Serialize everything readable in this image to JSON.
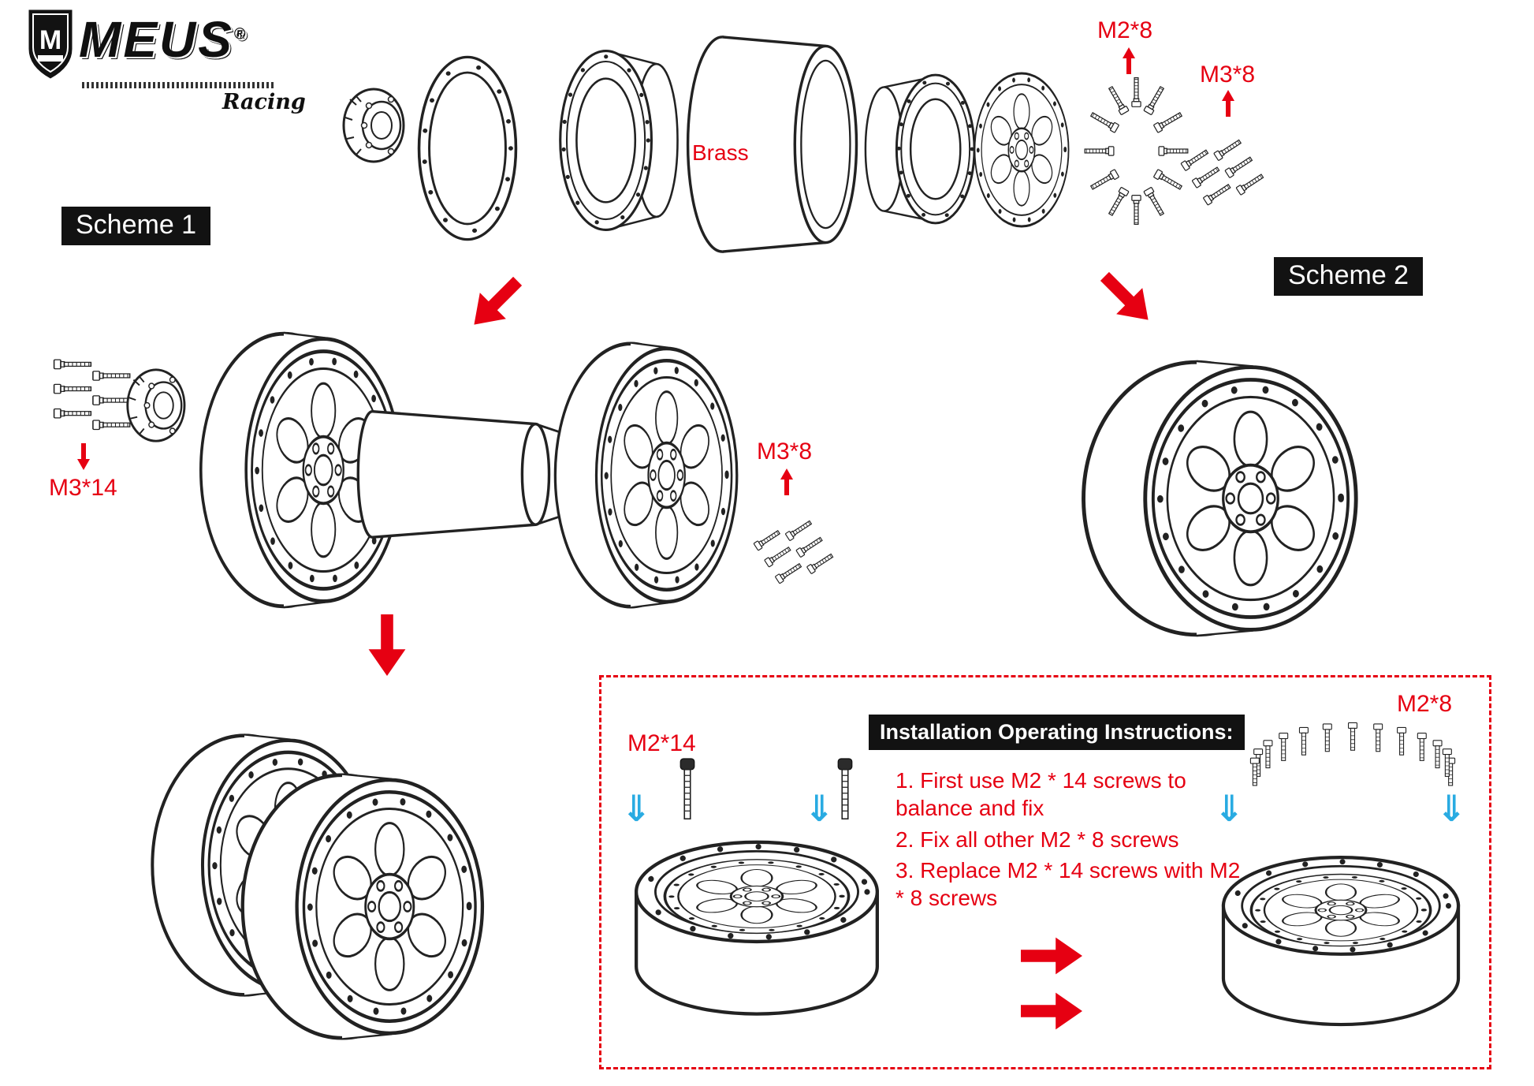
{
  "brand": {
    "shield_letter": "M",
    "name": "MEUS",
    "reg": "®",
    "sub": "Racing"
  },
  "schemes": {
    "scheme1": "Scheme 1",
    "scheme2": "Scheme 2"
  },
  "part_labels": {
    "brass": "Brass",
    "m2x8_top": "M2*8",
    "m3x8_top": "M3*8",
    "m3x14": "M3*14",
    "m3x8_mid": "M3*8",
    "m2x14": "M2*14",
    "m2x8_box": "M2*8"
  },
  "instructions": {
    "title": "Installation Operating Instructions:",
    "steps": [
      "1. First use M2 * 14 screws to balance and fix",
      "2. Fix all other M2 * 8 screws",
      "3. Replace M2 * 14 screws with M2 * 8 screws"
    ]
  },
  "colors": {
    "accent_red": "#e60012",
    "arrow_blue": "#29abe2",
    "line_black": "#222222"
  }
}
